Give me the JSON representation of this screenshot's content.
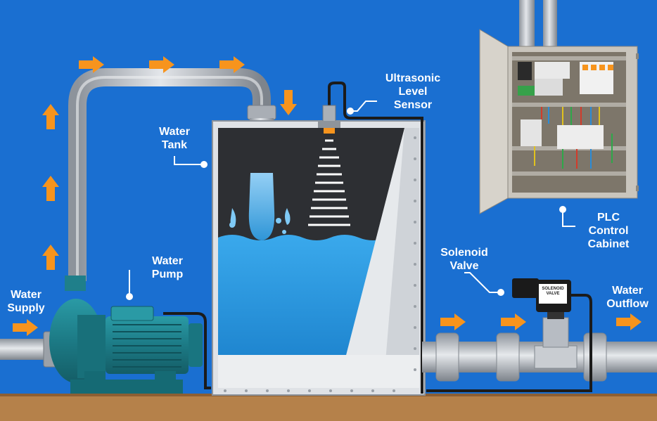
{
  "labels": {
    "water_supply": [
      "Water",
      "Supply"
    ],
    "water_pump": [
      "Water",
      "Pump"
    ],
    "water_tank": [
      "Water",
      "Tank"
    ],
    "ultrasonic_sensor": [
      "Ultrasonic",
      "Level",
      "Sensor"
    ],
    "plc_cabinet": [
      "PLC",
      "Control",
      "Cabinet"
    ],
    "solenoid_valve": [
      "Solenoid",
      "Valve"
    ],
    "water_outflow": [
      "Water",
      "Outflow"
    ],
    "valve_badge": [
      "SOLENOID",
      "VALVE"
    ]
  },
  "colors": {
    "background": "#1a6fd1",
    "ground": "#b5814a",
    "water": "#2f9be0",
    "arrow": "#f7941d",
    "pipe": "#b7bcc3",
    "pump": "#1f7f8a",
    "cabinet": "#c9c5bd"
  },
  "icons": {
    "flow_arrow": "arrow-right-icon",
    "up_arrow": "arrow-up-icon",
    "down_arrow": "arrow-down-icon"
  }
}
